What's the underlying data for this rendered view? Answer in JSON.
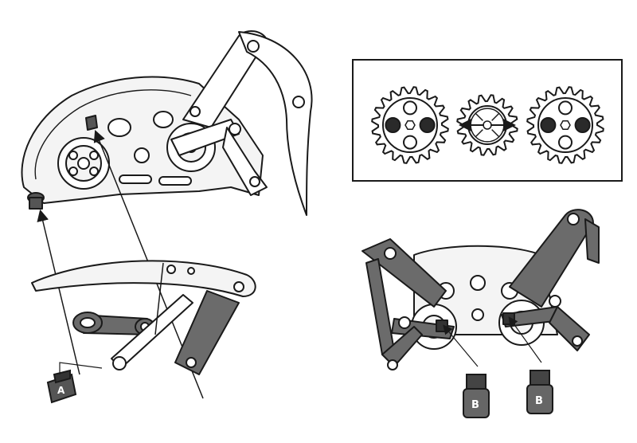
{
  "colors": {
    "ink": "#1a1a1a",
    "paper": "#ffffff",
    "part_light": "#f2f2f2",
    "part_dark": "#6b6b6b",
    "pin_dark": "#333333",
    "hole_fill": "#2a2a2a"
  },
  "inset": {
    "gears": [
      {
        "name": "left-gear",
        "marks": "two-filled-holes"
      },
      {
        "name": "center-gear",
        "marks": "double-arrow"
      },
      {
        "name": "right-gear",
        "marks": "two-filled-holes"
      }
    ]
  },
  "pins": [
    {
      "name": "pin-a",
      "letter": "A"
    },
    {
      "name": "pin-b-left",
      "letter": "B"
    },
    {
      "name": "pin-b-right",
      "letter": "B"
    }
  ],
  "icons": {
    "arrow": "arrow-up-icon",
    "gear": "gear-icon"
  }
}
